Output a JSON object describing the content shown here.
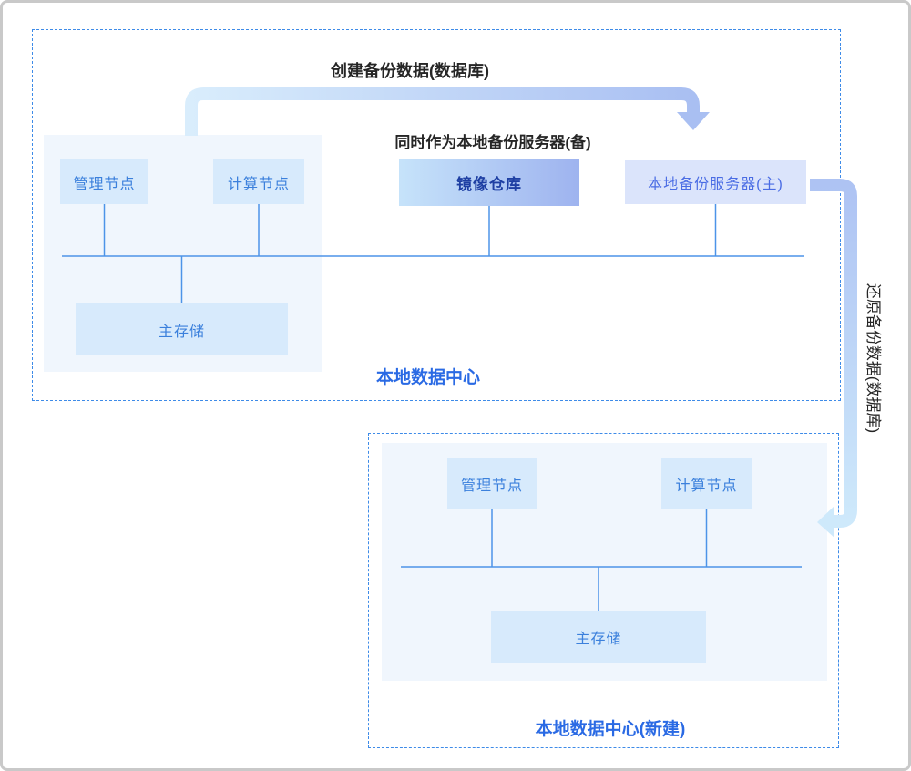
{
  "labels": {
    "create_backup": "创建备份数据(数据库)",
    "standby_note": "同时作为本地备份服务器(备)",
    "restore_backup": "还原备份数据(数据库)"
  },
  "dc1": {
    "title": "本地数据中心",
    "mgmt_node": "管理节点",
    "compute_node": "计算节点",
    "mirror_repo": "镜像仓库",
    "backup_server": "本地备份服务器(主)",
    "primary_storage": "主存储"
  },
  "dc2": {
    "title": "本地数据中心(新建)",
    "mgmt_node": "管理节点",
    "compute_node": "计算节点",
    "primary_storage": "主存储"
  },
  "colors": {
    "node-fill": "#d7eafc",
    "node-text": "#3b80dc",
    "mirror-from": "#c6e3fa",
    "mirror-to": "#9eb3ef",
    "mirror-text": "#1e3fa3",
    "backup-fill": "#dbe4fb",
    "backup-text": "#4a6ce4",
    "panel-fill": "#f0f6fd",
    "dashed-border": "#3e8be8",
    "line": "#4d94e8",
    "dc-label": "#2a6ae4",
    "dark-text": "#262626",
    "arrow-top-from": "#d9edfc",
    "arrow-top-to": "#a9bff2",
    "arrow-right-from": "#aec3f3",
    "arrow-right-to": "#cee9fb",
    "frame-border": "#c9c9c9"
  }
}
